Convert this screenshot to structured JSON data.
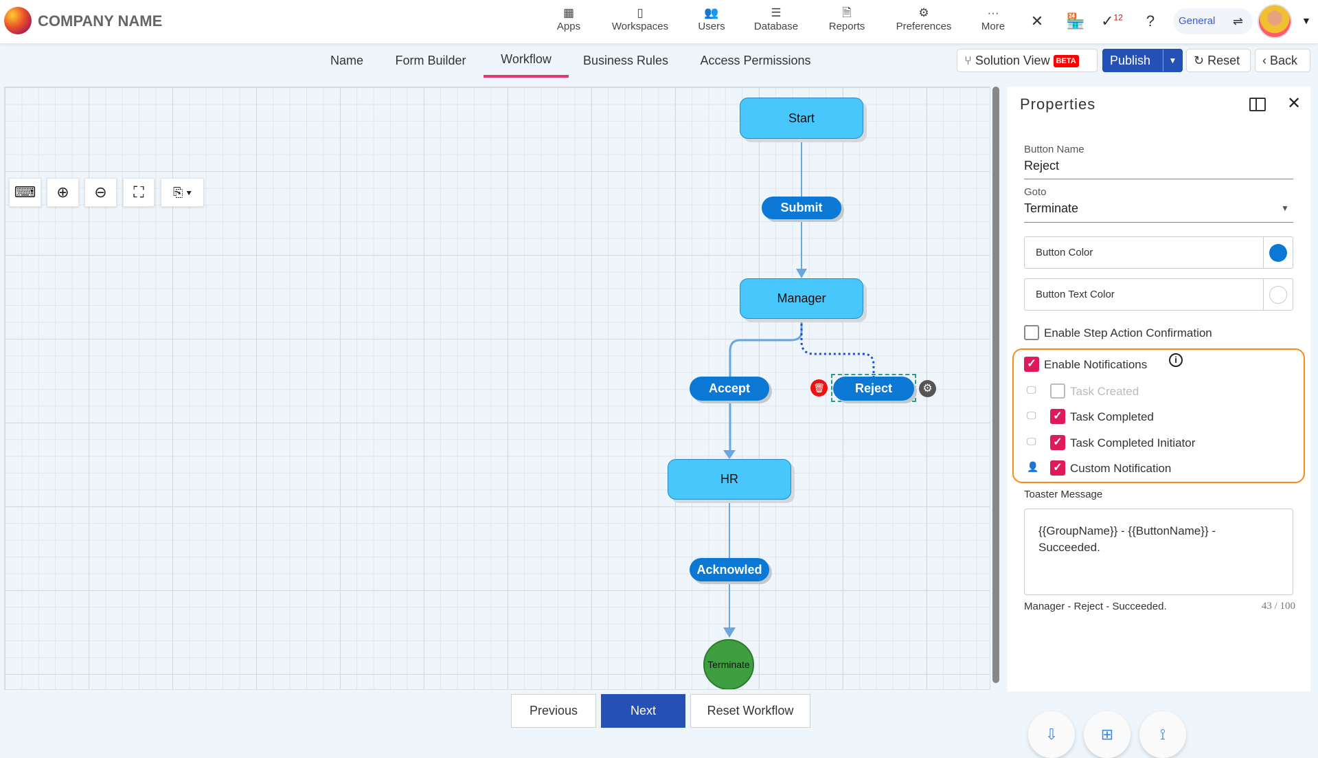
{
  "header": {
    "company": "COMPANY NAME",
    "nav": [
      {
        "label": "Apps",
        "icon": "grid-icon"
      },
      {
        "label": "Workspaces",
        "icon": "workspace-icon"
      },
      {
        "label": "Users",
        "icon": "users-icon"
      },
      {
        "label": "Database",
        "icon": "database-icon"
      },
      {
        "label": "Reports",
        "icon": "report-icon"
      },
      {
        "label": "Preferences",
        "icon": "preferences-icon"
      },
      {
        "label": "More",
        "icon": "more-icon"
      }
    ],
    "notification_count": "12",
    "workspace": "General"
  },
  "tabs": [
    {
      "label": "Name"
    },
    {
      "label": "Form Builder"
    },
    {
      "label": "Workflow",
      "active": true
    },
    {
      "label": "Business Rules"
    },
    {
      "label": "Access Permissions"
    }
  ],
  "actions": {
    "solution_view": "Solution View",
    "beta": "BETA",
    "publish": "Publish",
    "reset": "Reset",
    "back": "Back"
  },
  "workflow": {
    "nodes": {
      "start": "Start",
      "submit": "Submit",
      "manager": "Manager",
      "accept": "Accept",
      "reject": "Reject",
      "hr": "HR",
      "acknowled": "Acknowled",
      "terminate": "Terminate"
    }
  },
  "footer": {
    "previous": "Previous",
    "next": "Next",
    "reset_workflow": "Reset Workflow"
  },
  "properties": {
    "title": "Properties",
    "button_name_label": "Button Name",
    "button_name": "Reject",
    "goto_label": "Goto",
    "goto": "Terminate",
    "button_color_label": "Button Color",
    "button_color": "#0a78d4",
    "button_text_color_label": "Button Text Color",
    "button_text_color": "#ffffff",
    "step_confirm": "Enable Step Action Confirmation",
    "step_confirm_checked": false,
    "enable_notifications": "Enable Notifications",
    "enable_notifications_checked": true,
    "notifications": [
      {
        "label": "Task Created",
        "checked": false,
        "disabled": true
      },
      {
        "label": "Task Completed",
        "checked": true
      },
      {
        "label": "Task Completed Initiator",
        "checked": true
      },
      {
        "label": "Custom Notification",
        "checked": true
      }
    ],
    "toaster_label": "Toaster Message",
    "toaster_value": "{{GroupName}} - {{ButtonName}} - Succeeded.",
    "preview": "Manager - Reject - Succeeded.",
    "count": "43 / 100"
  }
}
